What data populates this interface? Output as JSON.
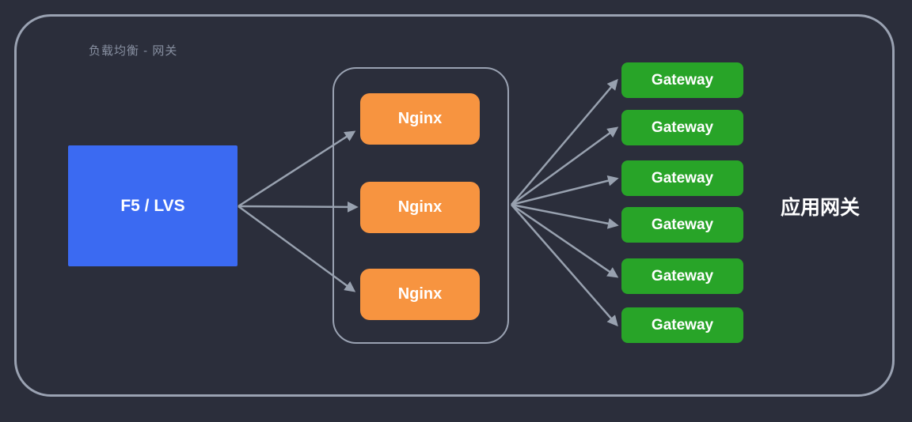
{
  "diagram": {
    "title": "负载均衡 - 网关",
    "side_label": "应用网关",
    "nodes": {
      "lb": {
        "label": "F5 / LVS"
      },
      "nginx": [
        {
          "label": "Nginx"
        },
        {
          "label": "Nginx"
        },
        {
          "label": "Nginx"
        }
      ],
      "gateway": [
        {
          "label": "Gateway"
        },
        {
          "label": "Gateway"
        },
        {
          "label": "Gateway"
        },
        {
          "label": "Gateway"
        },
        {
          "label": "Gateway"
        },
        {
          "label": "Gateway"
        }
      ]
    },
    "colors": {
      "background": "#2B2E3B",
      "frame_border": "#9AA2B2",
      "lb_fill": "#3B6AF2",
      "nginx_fill": "#F79440",
      "gateway_fill": "#28A428",
      "arrow": "#98A1AF",
      "title_text": "#878FA0",
      "node_text": "#FFFFFF"
    }
  }
}
